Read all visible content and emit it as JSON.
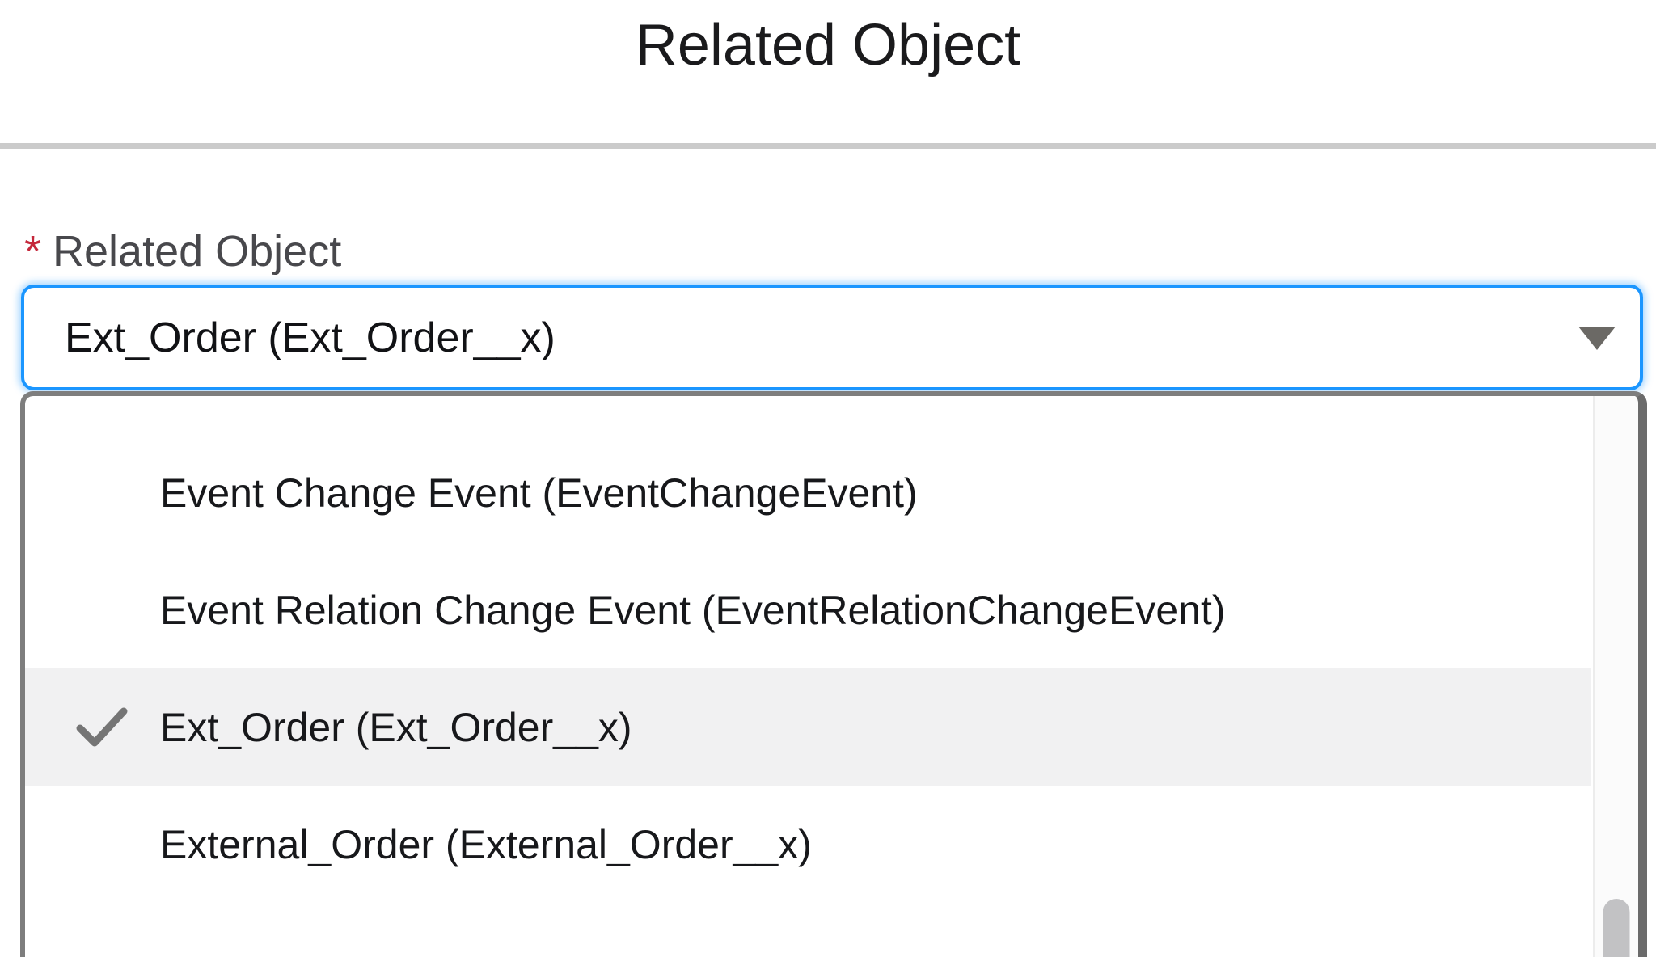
{
  "modal": {
    "title": "Related Object"
  },
  "field": {
    "required_marker": "*",
    "label": "Related Object",
    "value": "Ext_Order (Ext_Order__x)"
  },
  "dropdown": {
    "options": [
      {
        "label": "Event Change Event (EventChangeEvent)",
        "selected": false
      },
      {
        "label": "Event Relation Change Event (EventRelationChangeEvent)",
        "selected": false
      },
      {
        "label": "Ext_Order (Ext_Order__x)",
        "selected": true
      },
      {
        "label": "External_Order (External_Order__x)",
        "selected": false
      }
    ]
  },
  "colors": {
    "focus_blue": "#1b96ff",
    "required_red": "#c5283b",
    "selected_row_bg": "#f1f1f2",
    "panel_border": "#7e7e7e",
    "divider_gray": "#cbcbcb",
    "check_gray": "#757575",
    "arrow_gray": "#6b6965",
    "scrollbar_thumb_gray": "#c2c2c4"
  }
}
